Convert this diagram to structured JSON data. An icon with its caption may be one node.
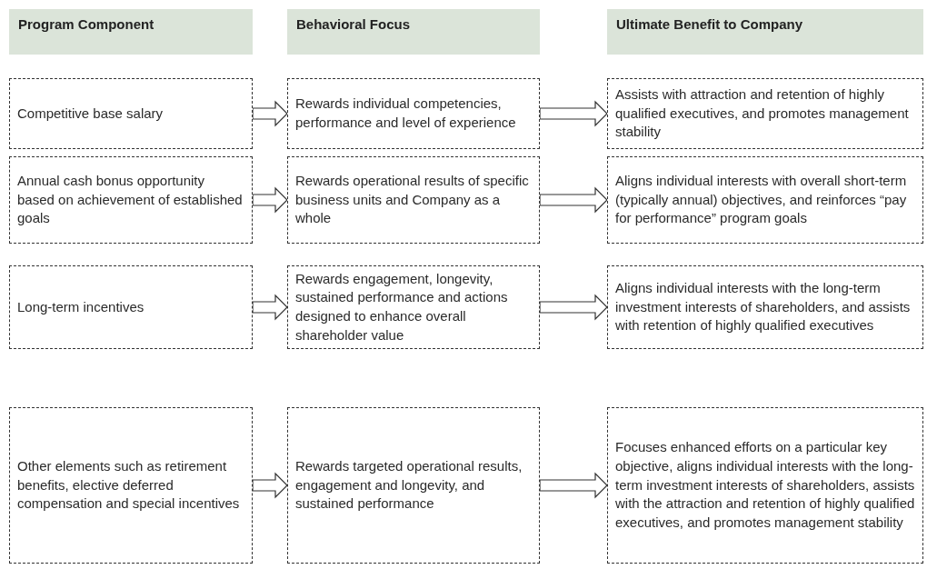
{
  "diagram": {
    "nodes": [
      {
        "text": [
          "Program Component"
        ]
      },
      {
        "text": [
          "Behavioral Focus"
        ]
      },
      {
        "text": [
          "Ultimate Benefit to Company"
        ]
      },
      {
        "text": [
          "Competitive base salary"
        ]
      },
      {
        "text": [
          "Rewards individual competencies, performance and level of experience"
        ]
      },
      {
        "text": [
          "Assists with attraction and retention of highly qualified executives, and promotes management stability"
        ]
      },
      {
        "text": [
          "Annual cash bonus opportunity based on achievement of established goals"
        ]
      },
      {
        "text": [
          "Rewards operational results of specific business units and Company as a whole"
        ]
      },
      {
        "text": [
          "Aligns individual interests with overall short-term (typically annual) objectives, and reinforces “pay for performance” program goals"
        ]
      },
      {
        "text": [
          "Long-term incentives"
        ]
      },
      {
        "text": [
          "Rewards engagement, longevity, sustained performance and actions designed to enhance overall shareholder value"
        ]
      },
      {
        "text": [
          "Aligns individual interests with the long-term investment interests of shareholders, and assists with retention of highly qualified executives"
        ]
      },
      {
        "text": [
          "Other elements such as retirement benefits, elective deferred compensation and special incentives"
        ]
      },
      {
        "text": [
          "Rewards targeted operational results, engagement and longevity, and sustained performance"
        ]
      },
      {
        "text": [
          "Focuses enhanced efforts on a particular key objective, aligns individual interests with the long-term investment interests of shareholders, assists with the attraction and retention of highly qualified executives, and promotes management stability"
        ]
      }
    ],
    "edges": [
      {
        "from": 3,
        "to": 4,
        "arrow": "to"
      },
      {
        "from": 4,
        "to": 5,
        "arrow": "to"
      },
      {
        "from": 6,
        "to": 7,
        "arrow": "to"
      },
      {
        "from": 7,
        "to": 8,
        "arrow": "to"
      },
      {
        "from": 9,
        "to": 10,
        "arrow": "to"
      },
      {
        "from": 10,
        "to": 11,
        "arrow": "to"
      },
      {
        "from": 12,
        "to": 13,
        "arrow": "to"
      },
      {
        "from": 13,
        "to": 14,
        "arrow": "to"
      }
    ]
  }
}
